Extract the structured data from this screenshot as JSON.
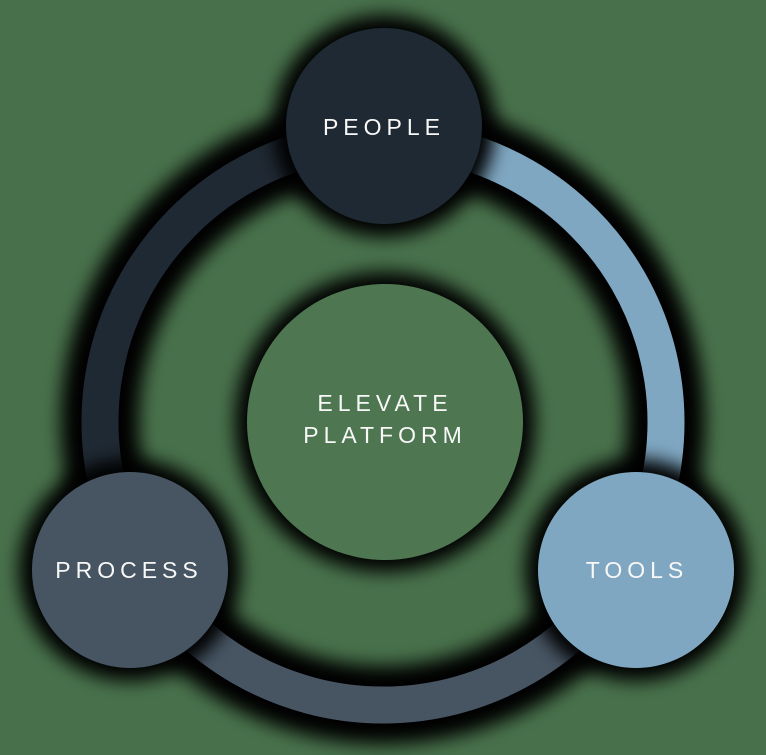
{
  "diagram": {
    "title": "Elevate Platform cycle diagram",
    "center": {
      "label_line1": "ELEVATE",
      "label_line2": "PLATFORM"
    },
    "nodes": [
      {
        "id": "people",
        "label": "PEOPLE"
      },
      {
        "id": "process",
        "label": "PROCESS"
      },
      {
        "id": "tools",
        "label": "TOOLS"
      }
    ],
    "colors": {
      "background": "#48714B",
      "center_circle": "#4E7751",
      "people": "#1F2933",
      "process": "#475563",
      "tools": "#7FA7C2",
      "arc_people": "#1F2933",
      "arc_process": "#475563",
      "arc_tools": "#7FA7C2",
      "glow": "#000000",
      "text": "#F7F8F7"
    }
  }
}
